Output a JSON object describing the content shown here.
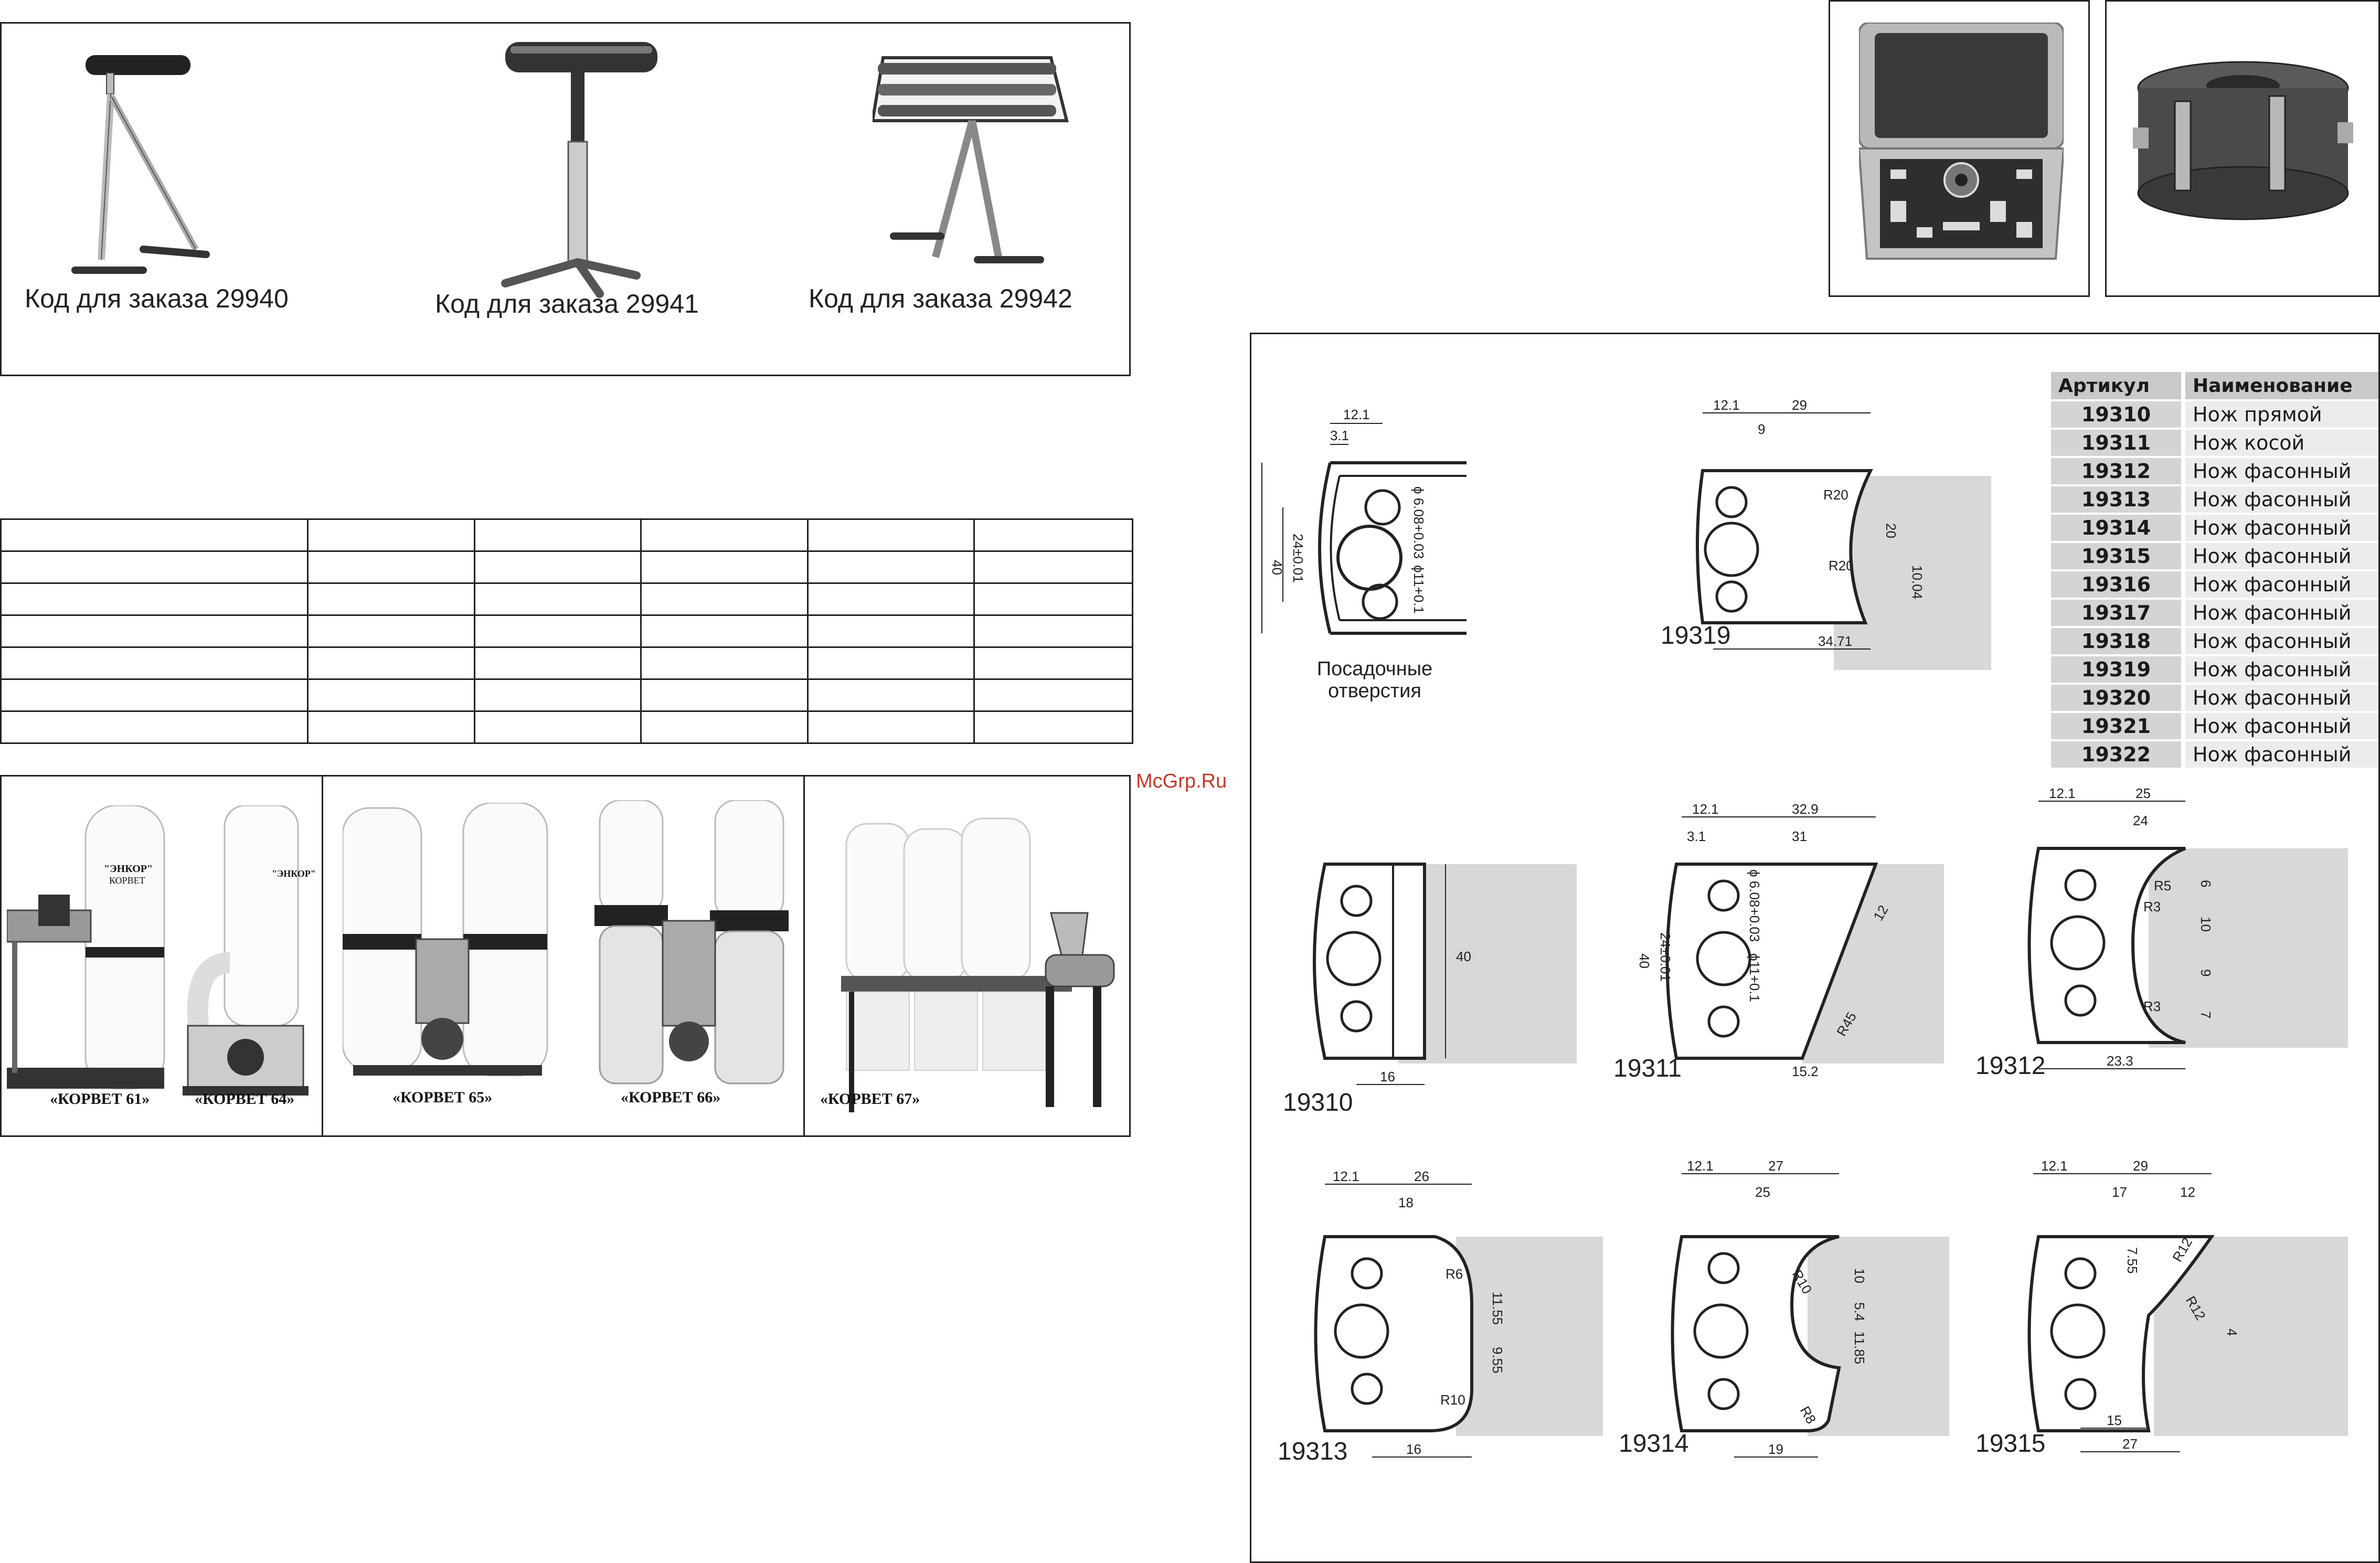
{
  "stands": [
    {
      "caption": "Код для заказа 29940"
    },
    {
      "caption": "Код для заказа 29941"
    },
    {
      "caption": "Код для заказа 29942"
    }
  ],
  "watermark": "McGrp.Ru",
  "dust_collectors": [
    {
      "label": "«КОРВЕТ 61»"
    },
    {
      "label": "«КОРВЕТ 64»"
    },
    {
      "label": "«КОРВЕТ 65»"
    },
    {
      "label": "«КОРВЕТ 66»"
    },
    {
      "label": "«КОРВЕТ 67»"
    }
  ],
  "bag_brand": {
    "top": "\"ЭНКОР\"",
    "bottom": "КОРВЕТ"
  },
  "empty_table": {
    "rows": 7,
    "cols": 6
  },
  "spec_table": {
    "headers": [
      "Артикул",
      "Наименование"
    ],
    "rows": [
      {
        "code": "19310",
        "name": "Нож прямой"
      },
      {
        "code": "19311",
        "name": "Нож косой"
      },
      {
        "code": "19312",
        "name": "Нож фасонный"
      },
      {
        "code": "19313",
        "name": "Нож фасонный"
      },
      {
        "code": "19314",
        "name": "Нож фасонный"
      },
      {
        "code": "19315",
        "name": "Нож фасонный"
      },
      {
        "code": "19316",
        "name": "Нож фасонный"
      },
      {
        "code": "19317",
        "name": "Нож фасонный"
      },
      {
        "code": "19318",
        "name": "Нож фасонный"
      },
      {
        "code": "19319",
        "name": "Нож фасонный"
      },
      {
        "code": "19320",
        "name": "Нож фасонный"
      },
      {
        "code": "19321",
        "name": "Нож фасонный"
      },
      {
        "code": "19322",
        "name": "Нож фасонный"
      }
    ]
  },
  "drawings": {
    "mount_holes_label_1": "Посадочные",
    "mount_holes_label_2": "отверстия",
    "mount_dims": [
      "12.1",
      "3.1",
      "40",
      "24±0.01",
      "ϕ 6.08+0.03",
      "ϕ11+0.1"
    ],
    "blades": [
      {
        "code": "19319",
        "dims": [
          "12.1",
          "29",
          "9",
          "R20",
          "20",
          "R20",
          "10.04",
          "34.71"
        ]
      },
      {
        "code": "19310",
        "dims": [
          "40",
          "16"
        ]
      },
      {
        "code": "19311",
        "dims": [
          "12.1",
          "32.9",
          "3.1",
          "31",
          "40",
          "24±0.01",
          "ϕ 6.08+0.03",
          "ϕ11+0.1",
          "15.2",
          "R45",
          "12"
        ]
      },
      {
        "code": "19312",
        "dims": [
          "12.1",
          "25",
          "24",
          "R5",
          "R3",
          "6",
          "10",
          "9",
          "R3",
          "7",
          "23.3"
        ]
      },
      {
        "code": "19313",
        "dims": [
          "12.1",
          "26",
          "18",
          "R6",
          "11.55",
          "9.55",
          "R10",
          "16"
        ]
      },
      {
        "code": "19314",
        "dims": [
          "12.1",
          "27",
          "25",
          "R10",
          "10",
          "5.4",
          "11.85",
          "R8",
          "19"
        ]
      },
      {
        "code": "19315",
        "dims": [
          "12.1",
          "29",
          "17",
          "12",
          "7.55",
          "R12",
          "R12",
          "4",
          "15",
          "27"
        ]
      }
    ]
  }
}
